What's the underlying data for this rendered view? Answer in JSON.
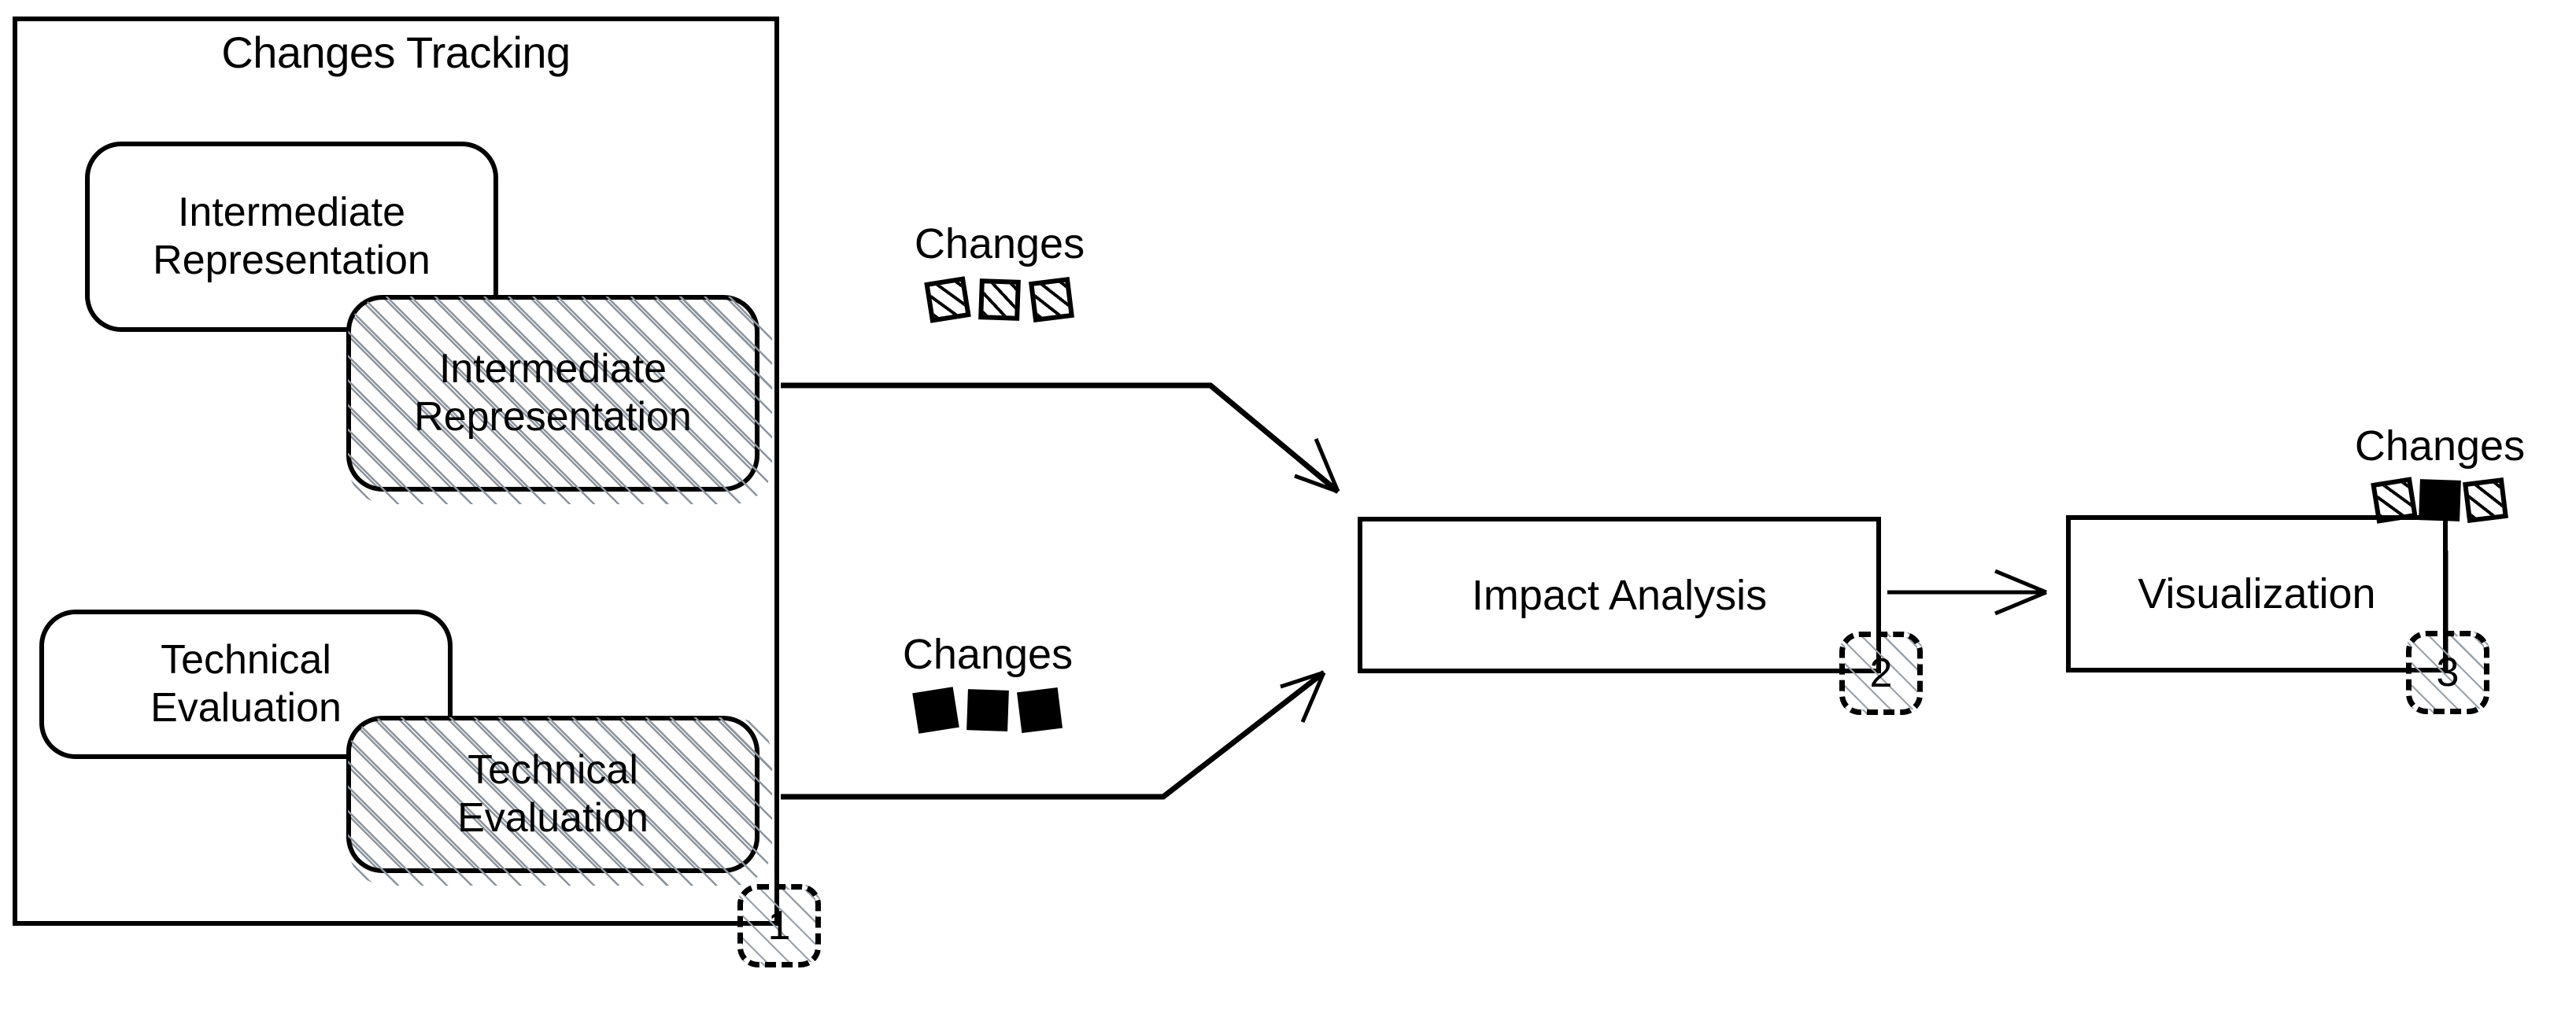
{
  "diagram": {
    "title": "Changes Tracking Approach Overview",
    "colors": {
      "stroke": "#000000",
      "background": "#ffffff",
      "hatch_fill": "#8d949c",
      "badge_hatch": "#9aa1a8"
    }
  },
  "tracking": {
    "title": "Changes Tracking",
    "artifacts": [
      {
        "label": "Intermediate\nRepresentation",
        "style": "plain",
        "name": "intermediate-representation-original"
      },
      {
        "label": "Intermediate\nRepresentation",
        "style": "hatched",
        "name": "intermediate-representation-modified"
      },
      {
        "label": "Technical\nEvaluation",
        "style": "plain",
        "name": "technical-evaluation-original"
      },
      {
        "label": "Technical\nEvaluation",
        "style": "hatched",
        "name": "technical-evaluation-modified"
      }
    ]
  },
  "processes": {
    "impact_analysis": "Impact Analysis",
    "visualization": "Visualization"
  },
  "changes_groups": [
    {
      "name": "changes-intermediate-representation",
      "label": "Changes",
      "chips": [
        "hatched",
        "hatched",
        "hatched"
      ]
    },
    {
      "name": "changes-technical-evaluation",
      "label": "Changes",
      "chips": [
        "solid",
        "solid",
        "solid"
      ]
    },
    {
      "name": "changes-visualization",
      "label": "Changes",
      "chips": [
        "hatched",
        "solid",
        "hatched"
      ]
    }
  ],
  "badges": [
    {
      "name": "step-badge-1",
      "value": "1"
    },
    {
      "name": "step-badge-2",
      "value": "2"
    },
    {
      "name": "step-badge-3",
      "value": "3"
    }
  ]
}
